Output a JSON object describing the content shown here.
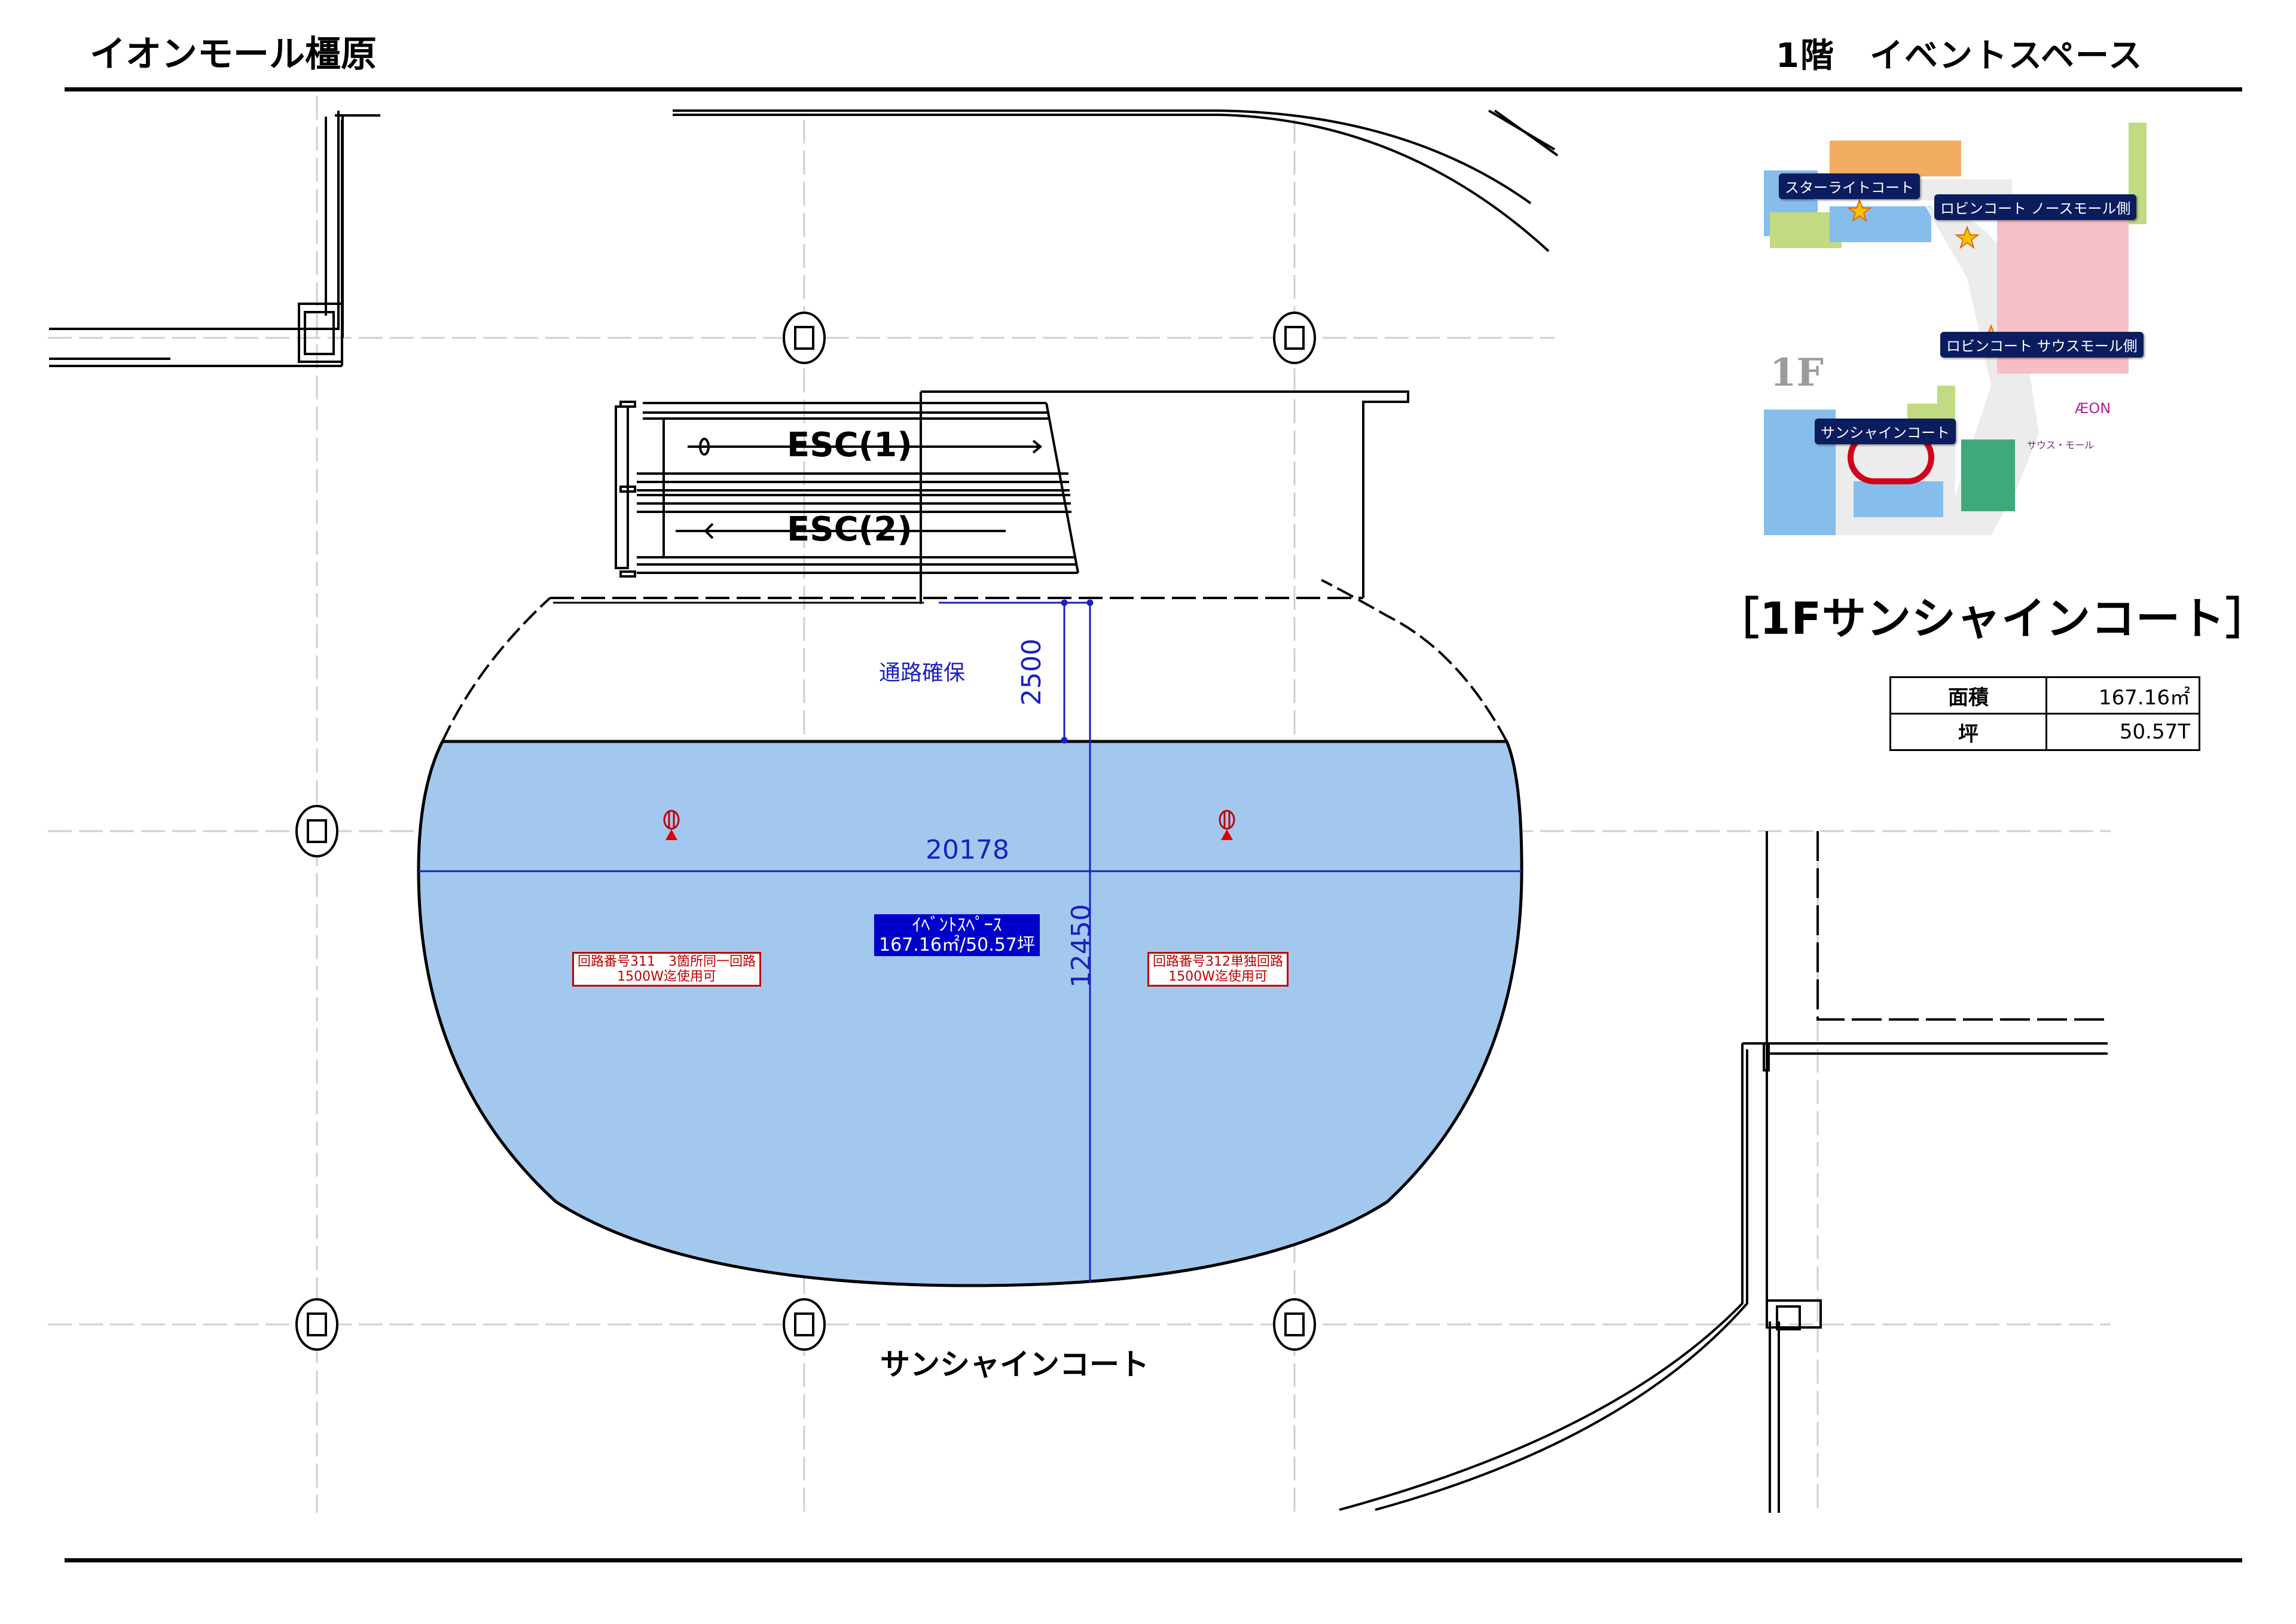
{
  "header": {
    "mall_name": "イオンモール橿原",
    "page_title": "1階　イベントスペース"
  },
  "minimap": {
    "floor_label": "1F",
    "brand_logo": "ÆON",
    "south_mall_label": "サウス・モール",
    "callouts": [
      {
        "label": "スターライトコート"
      },
      {
        "label": "ロビンコート ノースモール側"
      },
      {
        "label": "ロビンコート サウスモール側"
      },
      {
        "label": "サンシャインコート"
      }
    ],
    "highlight_color": "#d0021b",
    "star_icon": "star-icon"
  },
  "court_title": "［1Fサンシャインコート］",
  "area_table": {
    "rows": [
      {
        "key": "面積",
        "value": "167.16㎡"
      },
      {
        "key": "坪",
        "value": "50.57T"
      }
    ]
  },
  "plan": {
    "escalators": [
      {
        "label": "ESC(1)",
        "direction": "right"
      },
      {
        "label": "ESC(2)",
        "direction": "left"
      }
    ],
    "passage_label": "通路確保",
    "dim_passage": "2500",
    "dim_width": "20178",
    "dim_depth": "12450",
    "event_space": {
      "name": "ｲﾍﾞﾝﾄｽﾍﾟｰｽ",
      "area": "167.16㎡/50.57坪",
      "fill_color": "#a3c8ee"
    },
    "circuits": [
      {
        "line1": "回路番号311　3箇所同一回路",
        "line2": "1500W迄使用可"
      },
      {
        "line1": "回路番号312単独回路",
        "line2": "1500W迄使用可"
      }
    ],
    "outlet_icon": "power-outlet-icon",
    "court_name": "サンシャインコート",
    "dim_color": "#1a1fbf",
    "circuit_color": "#c00000"
  }
}
